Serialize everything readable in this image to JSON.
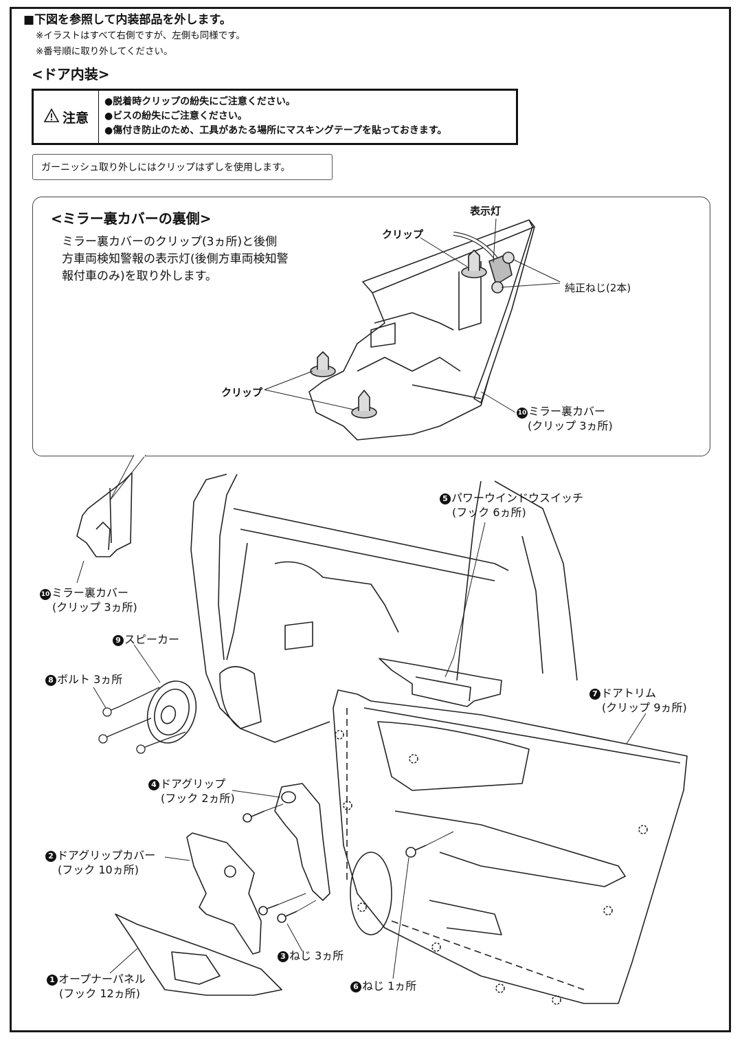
{
  "header": {
    "title": "■下図を参照して内装部品を外します。",
    "notes": [
      "※イラストはすべて右側ですが、左側も同様です。",
      "※番号順に取り外してください。"
    ]
  },
  "section_title": "<ドア内装>",
  "caution": {
    "icon": "warning-triangle-icon",
    "label": "注意",
    "items": [
      "●脱着時クリップの紛失にご注意ください。",
      "●ビスの紛失にご注意ください。",
      "●傷付き防止のため、工具があたる場所にマスキングテープを貼っておきます。"
    ]
  },
  "tip": "ガーニッシュ取り外しにはクリップはずしを使用します。",
  "detail": {
    "title": "<ミラー裏カバーの裏側>",
    "description": "ミラー裏カバーのクリップ(3ヵ所)と後側方車両検知警報の表示灯(後側方車両検知警報付車のみ)を取り外します。",
    "callouts": {
      "indicator": "表示灯",
      "clip_top": "クリップ",
      "screws": "純正ねじ(2本)",
      "clip_bottom": "クリップ",
      "part_name": "ミラー裏カバー",
      "part_detail": "(クリップ 3ヵ所)",
      "part_no": "10"
    }
  },
  "parts": [
    {
      "no": "1",
      "name": "オープナーパネル",
      "detail": "(フック 12ヵ所)"
    },
    {
      "no": "2",
      "name": "ドアグリップカバー",
      "detail": "(フック 10ヵ所)"
    },
    {
      "no": "3",
      "name": "ねじ 3ヵ所",
      "detail": ""
    },
    {
      "no": "4",
      "name": "ドアグリップ",
      "detail": "(フック 2ヵ所)"
    },
    {
      "no": "5",
      "name": "パワーウインドウスイッチ",
      "detail": "(フック 6ヵ所)"
    },
    {
      "no": "6",
      "name": "ねじ 1ヵ所",
      "detail": ""
    },
    {
      "no": "7",
      "name": "ドアトリム",
      "detail": "(クリップ 9ヵ所)"
    },
    {
      "no": "8",
      "name": "ボルト 3ヵ所",
      "detail": ""
    },
    {
      "no": "9",
      "name": "スピーカー",
      "detail": ""
    },
    {
      "no": "10",
      "name": "ミラー裏カバー",
      "detail": "(クリップ 3ヵ所)"
    }
  ]
}
